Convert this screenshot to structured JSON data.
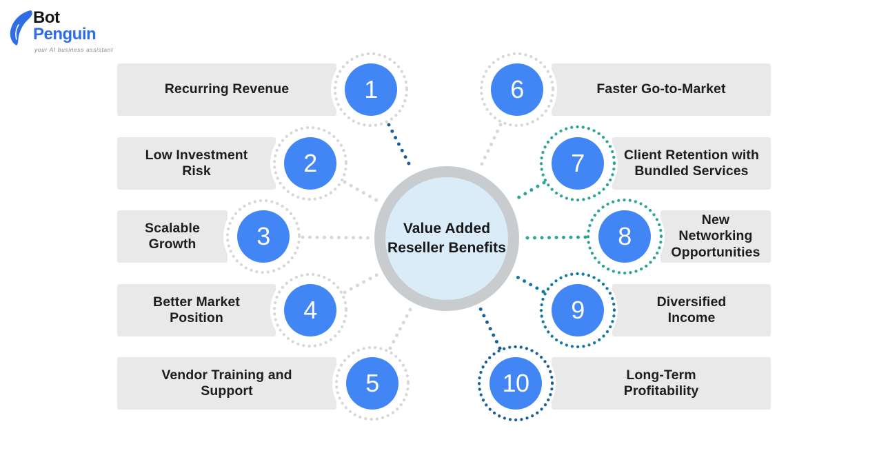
{
  "logo": {
    "brand_top": "Bot",
    "brand_bottom": "Penguin",
    "tagline": "your AI business assistant"
  },
  "center": {
    "title": "Value Added\nReseller Benefits"
  },
  "items": [
    {
      "num": "1",
      "label": "Recurring Revenue",
      "side": "left",
      "ring_color": "#d7d7d7",
      "line_color": "#175e9b"
    },
    {
      "num": "2",
      "label": "Low Investment\nRisk",
      "side": "left",
      "ring_color": "#d7d7d7",
      "line_color": "#d7d7d7"
    },
    {
      "num": "3",
      "label": "Scalable\nGrowth",
      "side": "left",
      "ring_color": "#d7d7d7",
      "line_color": "#d7d7d7"
    },
    {
      "num": "4",
      "label": "Better Market\nPosition",
      "side": "left",
      "ring_color": "#d7d7d7",
      "line_color": "#d7d7d7"
    },
    {
      "num": "5",
      "label": "Vendor Training and\nSupport",
      "side": "left",
      "ring_color": "#d7d7d7",
      "line_color": "#d7d7d7"
    },
    {
      "num": "6",
      "label": "Faster Go-to-Market",
      "side": "right",
      "ring_color": "#d7d7d7",
      "line_color": "#d7d7d7"
    },
    {
      "num": "7",
      "label": "Client Retention with\nBundled Services",
      "side": "right",
      "ring_color": "#2fa396",
      "line_color": "#2fa396"
    },
    {
      "num": "8",
      "label": "New\nNetworking\nOpportunities",
      "side": "right",
      "ring_color": "#2fa396",
      "line_color": "#2fa396"
    },
    {
      "num": "9",
      "label": "Diversified\nIncome",
      "side": "right",
      "ring_color": "#10799f",
      "line_color": "#10799f"
    },
    {
      "num": "10",
      "label": "Long-Term\nProfitability",
      "side": "right",
      "ring_color": "#175e9b",
      "line_color": "#175e9b"
    }
  ],
  "colors": {
    "node_blue": "#4285f4",
    "hub_fill": "#d9ecf8",
    "hub_ring": "#c9ccce",
    "bar_gray": "#e9e9e9",
    "dot_gray": "#d7d7d7",
    "teal": "#2fa396",
    "dark_teal": "#10799f",
    "navy": "#175e9b",
    "text_dark": "#1d1d1f",
    "logo_blue": "#2e6de4"
  }
}
